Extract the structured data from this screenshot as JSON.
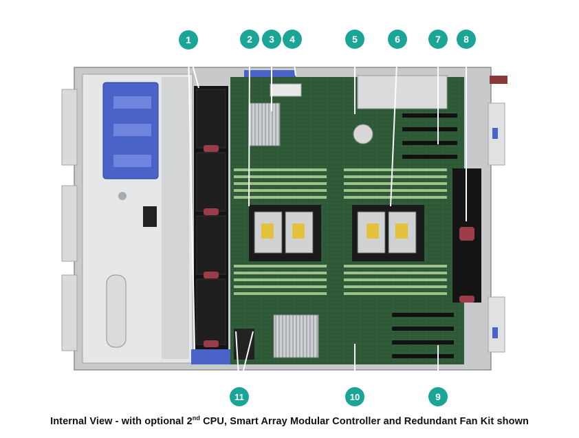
{
  "colors": {
    "callout": "#1aa596",
    "callout_text": "#ffffff",
    "board": "#2f5a38",
    "chassis": "#b9bcbf",
    "latch_blue": "#4a63c9"
  },
  "callouts": [
    {
      "label": "1"
    },
    {
      "label": "2"
    },
    {
      "label": "3"
    },
    {
      "label": "4"
    },
    {
      "label": "5"
    },
    {
      "label": "6"
    },
    {
      "label": "7"
    },
    {
      "label": "8"
    },
    {
      "label": "9"
    },
    {
      "label": "10"
    },
    {
      "label": "11"
    }
  ],
  "caption": {
    "prefix": "Internal View - with optional 2",
    "superscript": "nd",
    "suffix": " CPU, Smart Array Modular Controller and Redundant Fan Kit shown"
  }
}
